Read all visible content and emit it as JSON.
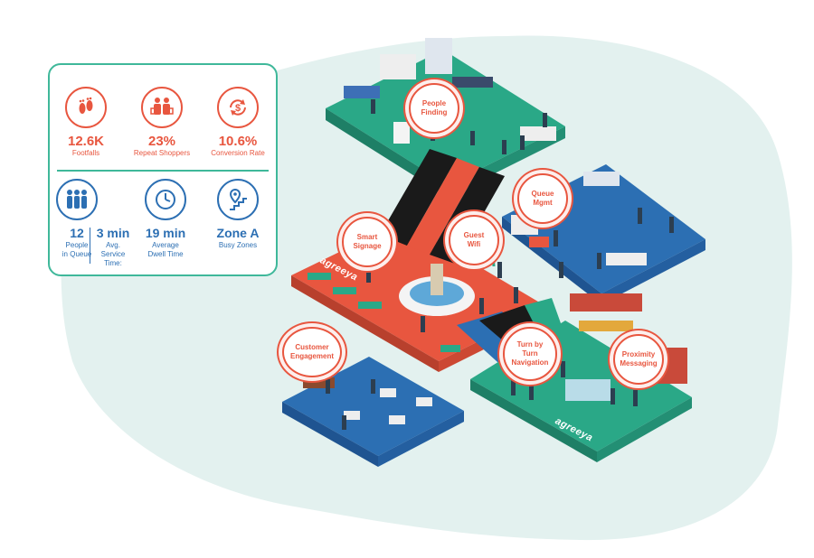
{
  "stats_top": [
    {
      "value": "12.6K",
      "label": "Footfalls",
      "icon": "footprints-icon"
    },
    {
      "value": "23%",
      "label": "Repeat Shoppers",
      "icon": "shoppers-icon"
    },
    {
      "value": "10.6%",
      "label": "Conversion Rate",
      "icon": "conversion-dollar-icon"
    }
  ],
  "stats_bottom": [
    {
      "value": "12",
      "label_lines": [
        "People",
        "in Queue"
      ],
      "icon": "people-queue-icon"
    },
    {
      "value": "3 min",
      "label_lines": [
        "Avg.",
        "Service",
        "Time:"
      ]
    },
    {
      "value": "19 min",
      "label_lines": [
        "Average",
        "Dwell Time"
      ],
      "icon": "clock-icon"
    },
    {
      "value": "Zone A",
      "label_lines": [
        "Busy Zones"
      ],
      "icon": "location-stairs-icon"
    }
  ],
  "features": [
    {
      "id": "people-finding",
      "lines": [
        "People",
        "Finding"
      ]
    },
    {
      "id": "queue-mgmt",
      "lines": [
        "Queue",
        "Mgmt"
      ]
    },
    {
      "id": "smart-signage",
      "lines": [
        "Smart",
        "Signage"
      ]
    },
    {
      "id": "guest-wifi",
      "lines": [
        "Guest",
        "Wifi"
      ]
    },
    {
      "id": "customer-engagement",
      "lines": [
        "Customer",
        "Engagement"
      ]
    },
    {
      "id": "turn-by-turn-navigation",
      "lines": [
        "Turn by",
        "Turn",
        "Navigation"
      ]
    },
    {
      "id": "proximity-messaging",
      "lines": [
        "Proximity",
        "Messaging"
      ]
    }
  ],
  "brand_text": "agreeya",
  "colors": {
    "accent": "#e8563f",
    "teal": "#2aa887",
    "blue": "#2c6fb3",
    "bg_blob": "#e3f1ef"
  }
}
